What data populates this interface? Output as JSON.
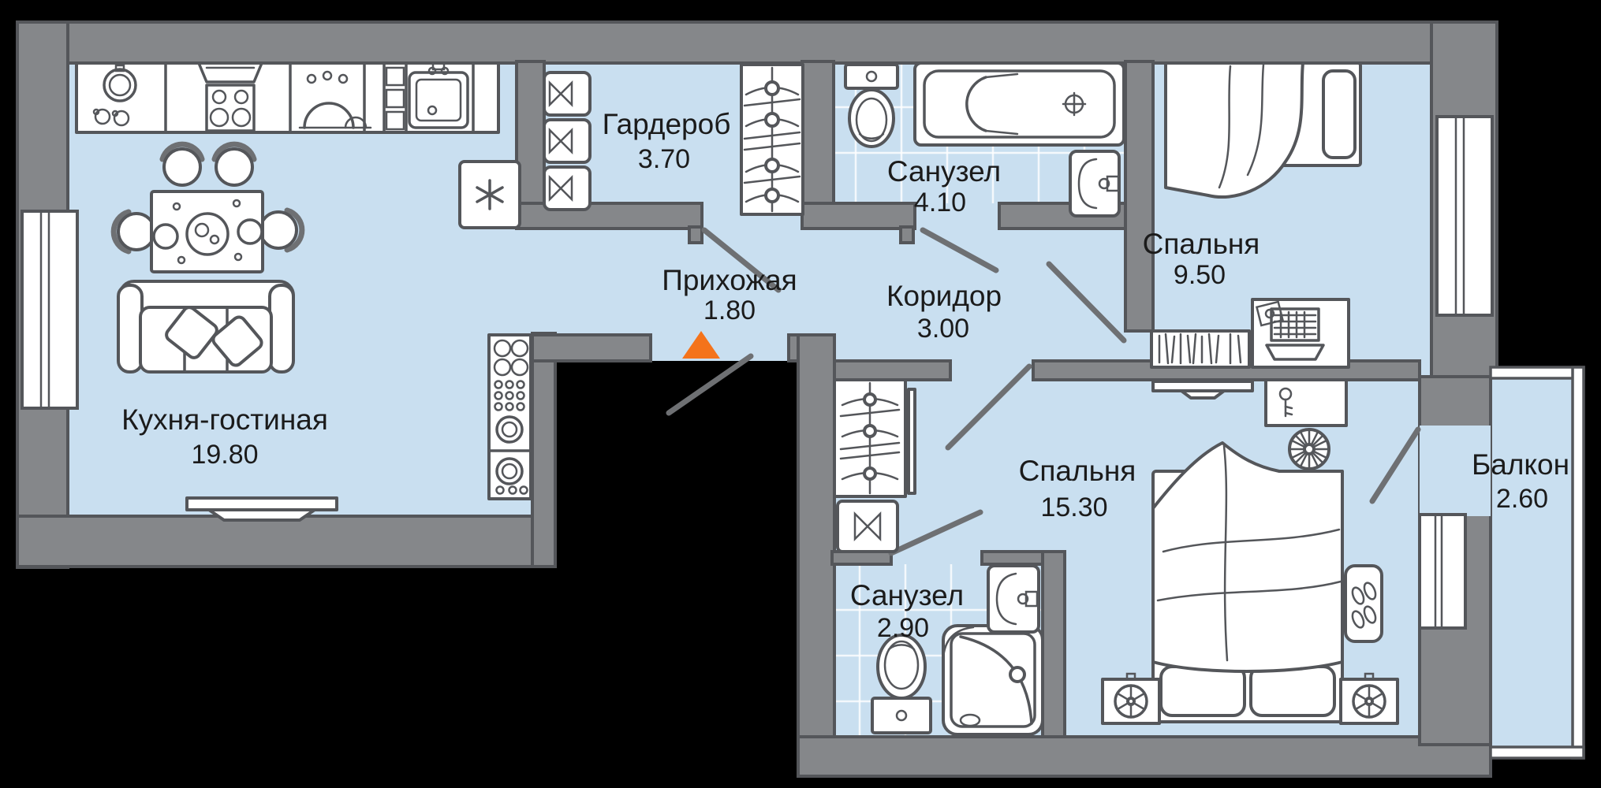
{
  "plan_type": "apartment-floor-plan",
  "language": "ru",
  "rooms": [
    {
      "name": "Кухня-гостиная",
      "area": "19.80"
    },
    {
      "name": "Гардероб",
      "area": "3.70"
    },
    {
      "name": "Прихожая",
      "area": "1.80"
    },
    {
      "name": "Санузел",
      "area": "4.10"
    },
    {
      "name": "Коридор",
      "area": "3.00"
    },
    {
      "name": "Спальня",
      "area": "9.50"
    },
    {
      "name": "Спальня",
      "area": "15.30"
    },
    {
      "name": "Санузел",
      "area": "2.90"
    },
    {
      "name": "Балкон",
      "area": "2.60"
    }
  ],
  "colors": {
    "background": "#000000",
    "floor": "#C9DFF0",
    "walls": "#85878A",
    "outline": "#54565A",
    "furniture": "#FFFFFF",
    "entrance_marker": "#F4731B",
    "text": "#1B1B1B"
  },
  "icons": {
    "entrance-arrow": "▲",
    "fridge-snowflake": "✳"
  }
}
